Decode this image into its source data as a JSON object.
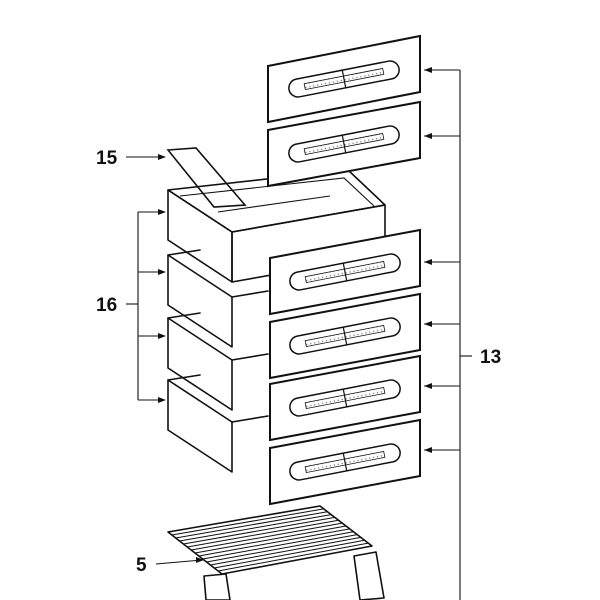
{
  "callouts": {
    "c13": "13",
    "c15": "15",
    "c16": "16",
    "c5": "5"
  },
  "icons": {
    "drawer_front": "drawer-front-panel",
    "crisper_drawer": "crisper-drawer-bin",
    "wire_shelf": "wire-shelf",
    "divider_strip": "divider-strip"
  }
}
